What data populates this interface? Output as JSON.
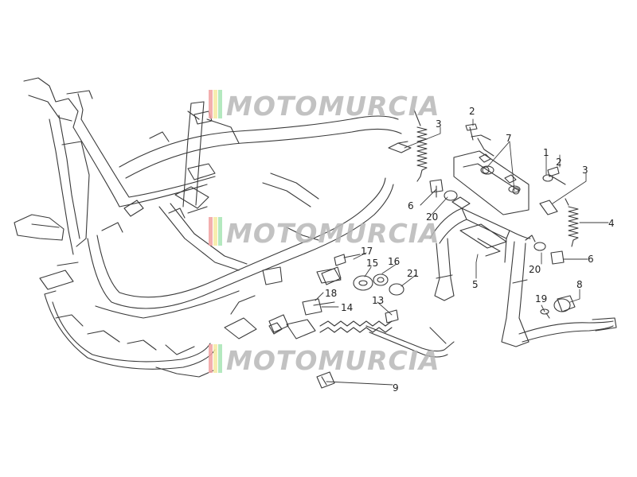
{
  "diagram": {
    "callouts": [
      "1",
      "2",
      "3",
      "4",
      "5",
      "6",
      "7",
      "8",
      "9",
      "13",
      "14",
      "15",
      "16",
      "17",
      "18",
      "19",
      "20",
      "21"
    ]
  },
  "watermark": {
    "text": "MOTOMURCIA",
    "stripe_colors": [
      "#f2a2a2",
      "#f6eaa0",
      "#a8e6b4"
    ]
  },
  "colors": {
    "line": "#3a3a3a",
    "background": "#ffffff"
  }
}
